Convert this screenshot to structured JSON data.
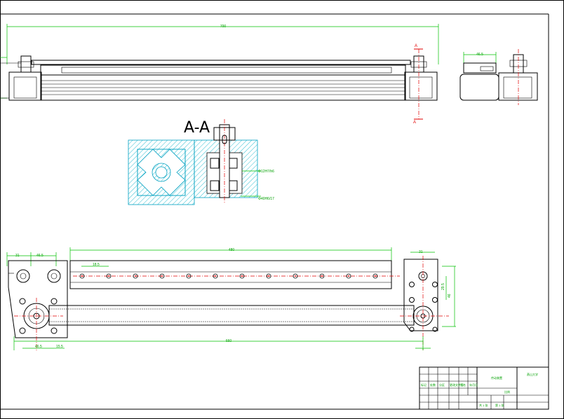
{
  "section_label": "A-A",
  "section_marker_top": "A",
  "section_marker_bottom": "A",
  "fit_labels": {
    "top": "Φ12H7/h6",
    "bottom": "Φ40H6/17"
  },
  "dims": {
    "top_overall": "700",
    "side_width": "46.5",
    "bottom_span": "480",
    "bottom_overall": "660",
    "left_a": "31",
    "left_b": "46.5",
    "right_a": "31",
    "pitch": "18.5",
    "left_low_a": "46.5",
    "left_low_b": "15.5",
    "h_a": "46",
    "h_b": "29.5"
  },
  "hole_count": 12,
  "title_block": {
    "title": "传动装置",
    "school": "燕山大学",
    "rows": [
      "标记",
      "处数",
      "分区",
      "更改文件号",
      "签名",
      "年月日"
    ],
    "scale_label": "比例",
    "sheet_label": "共 1 张",
    "sheet_label2": "第 1 张"
  }
}
